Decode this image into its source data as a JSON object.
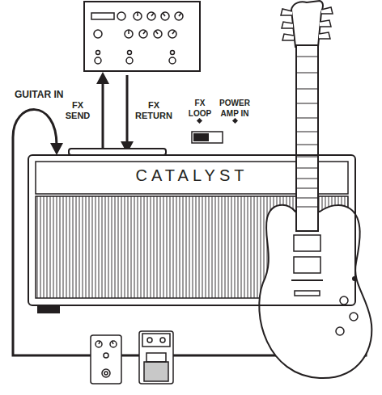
{
  "diagram": {
    "nodes": [
      {
        "text": [
          "CATALYST"
        ]
      }
    ],
    "labels": [
      "GUITAR IN",
      "FX SEND",
      "FX RETURN",
      "FX LOOP",
      "POWER AMP IN"
    ]
  }
}
